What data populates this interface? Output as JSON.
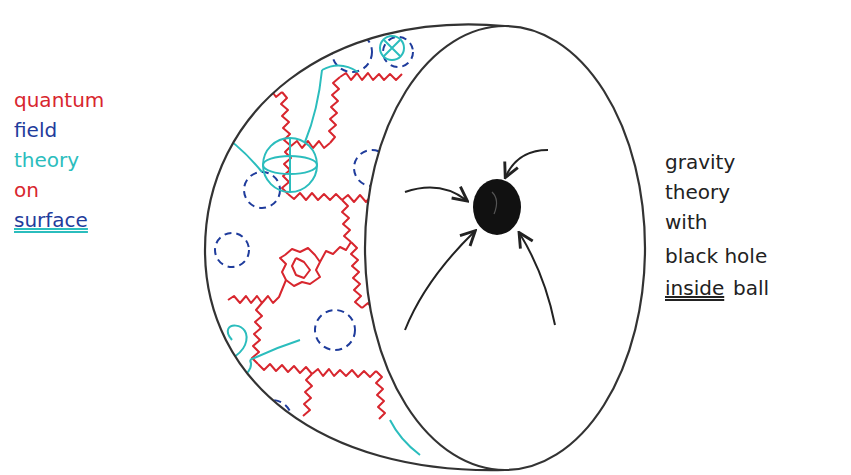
{
  "diagram": {
    "labels": [
      "quantum",
      "field",
      "theory",
      "on",
      "surface",
      "gravity",
      "theory",
      "with",
      "black hole",
      "inside",
      "ball"
    ]
  }
}
